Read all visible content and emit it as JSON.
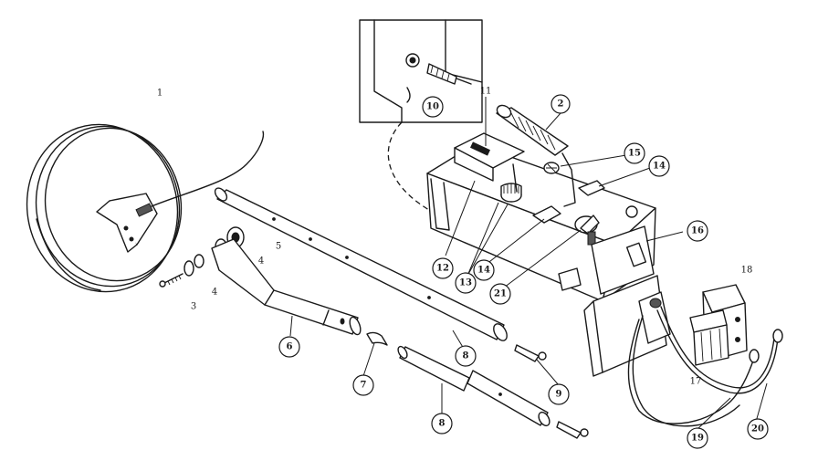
{
  "diagram": {
    "parts": [
      {
        "id": "p1",
        "label": "1",
        "circled": false,
        "description": "search coil"
      },
      {
        "id": "p2",
        "label": "2",
        "circled": true,
        "description": "handle grip"
      },
      {
        "id": "p3",
        "label": "3",
        "circled": false,
        "description": "bolt"
      },
      {
        "id": "p4a",
        "label": "4",
        "circled": false,
        "description": "washer"
      },
      {
        "id": "p4b",
        "label": "4",
        "circled": false,
        "description": "washer"
      },
      {
        "id": "p5",
        "label": "5",
        "circled": false,
        "description": "knob nut"
      },
      {
        "id": "p6",
        "label": "6",
        "circled": true,
        "description": "lower shaft"
      },
      {
        "id": "p7",
        "label": "7",
        "circled": true,
        "description": "clip"
      },
      {
        "id": "p8a",
        "label": "8",
        "circled": true,
        "description": "long shaft"
      },
      {
        "id": "p8b",
        "label": "8",
        "circled": true,
        "description": "shaft sections"
      },
      {
        "id": "p9a",
        "label": "9",
        "circled": true,
        "description": "clip"
      },
      {
        "id": "p10",
        "label": "10",
        "circled": true,
        "description": "connector detail"
      },
      {
        "id": "p11",
        "label": "11",
        "circled": false,
        "description": "control housing"
      },
      {
        "id": "p12",
        "label": "12",
        "circled": true,
        "description": "meter"
      },
      {
        "id": "p13",
        "label": "13",
        "circled": true,
        "description": "knobs"
      },
      {
        "id": "p14a",
        "label": "14",
        "circled": true,
        "description": "knob"
      },
      {
        "id": "p14b",
        "label": "14",
        "circled": true,
        "description": "knob"
      },
      {
        "id": "p15",
        "label": "15",
        "circled": true,
        "description": "connector"
      },
      {
        "id": "p16",
        "label": "16",
        "circled": true,
        "description": "battery bracket"
      },
      {
        "id": "p17",
        "label": "17",
        "circled": false,
        "description": "battery holder"
      },
      {
        "id": "p18",
        "label": "18",
        "circled": false,
        "description": "battery pack"
      },
      {
        "id": "p19",
        "label": "19",
        "circled": true,
        "description": "battery lead"
      },
      {
        "id": "p20",
        "label": "20",
        "circled": true,
        "description": "battery lead"
      },
      {
        "id": "p21",
        "label": "21",
        "circled": true,
        "description": "switch"
      }
    ]
  }
}
